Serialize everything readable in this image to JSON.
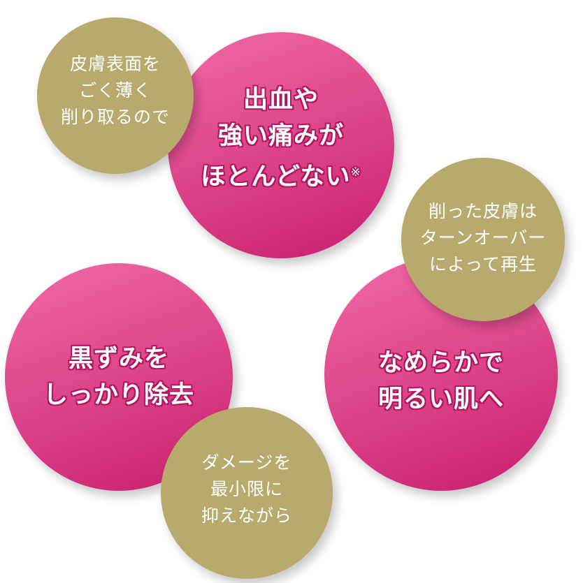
{
  "colors": {
    "pink_top": "#f06aa6",
    "pink_bottom": "#c71f6e",
    "gold": "#b8aa6c",
    "text": "#ffffff",
    "pink_text_outline": "#b3175f"
  },
  "circles": {
    "gold_top_left": {
      "lines": [
        "皮膚表面を",
        "ごく薄く",
        "削り取るので"
      ]
    },
    "pink_top": {
      "lines": [
        "出血や",
        "強い痛みが",
        "ほとんどない"
      ],
      "note_mark": "※"
    },
    "gold_right": {
      "lines": [
        "削った皮膚は",
        "ターンオーバー",
        "によって再生"
      ]
    },
    "pink_left": {
      "lines": [
        "黒ずみを",
        "しっかり除去"
      ]
    },
    "pink_right": {
      "lines": [
        "なめらかで",
        "明るい肌へ"
      ]
    },
    "gold_bottom": {
      "lines": [
        "ダメージを",
        "最小限に",
        "抑えながら"
      ]
    }
  }
}
